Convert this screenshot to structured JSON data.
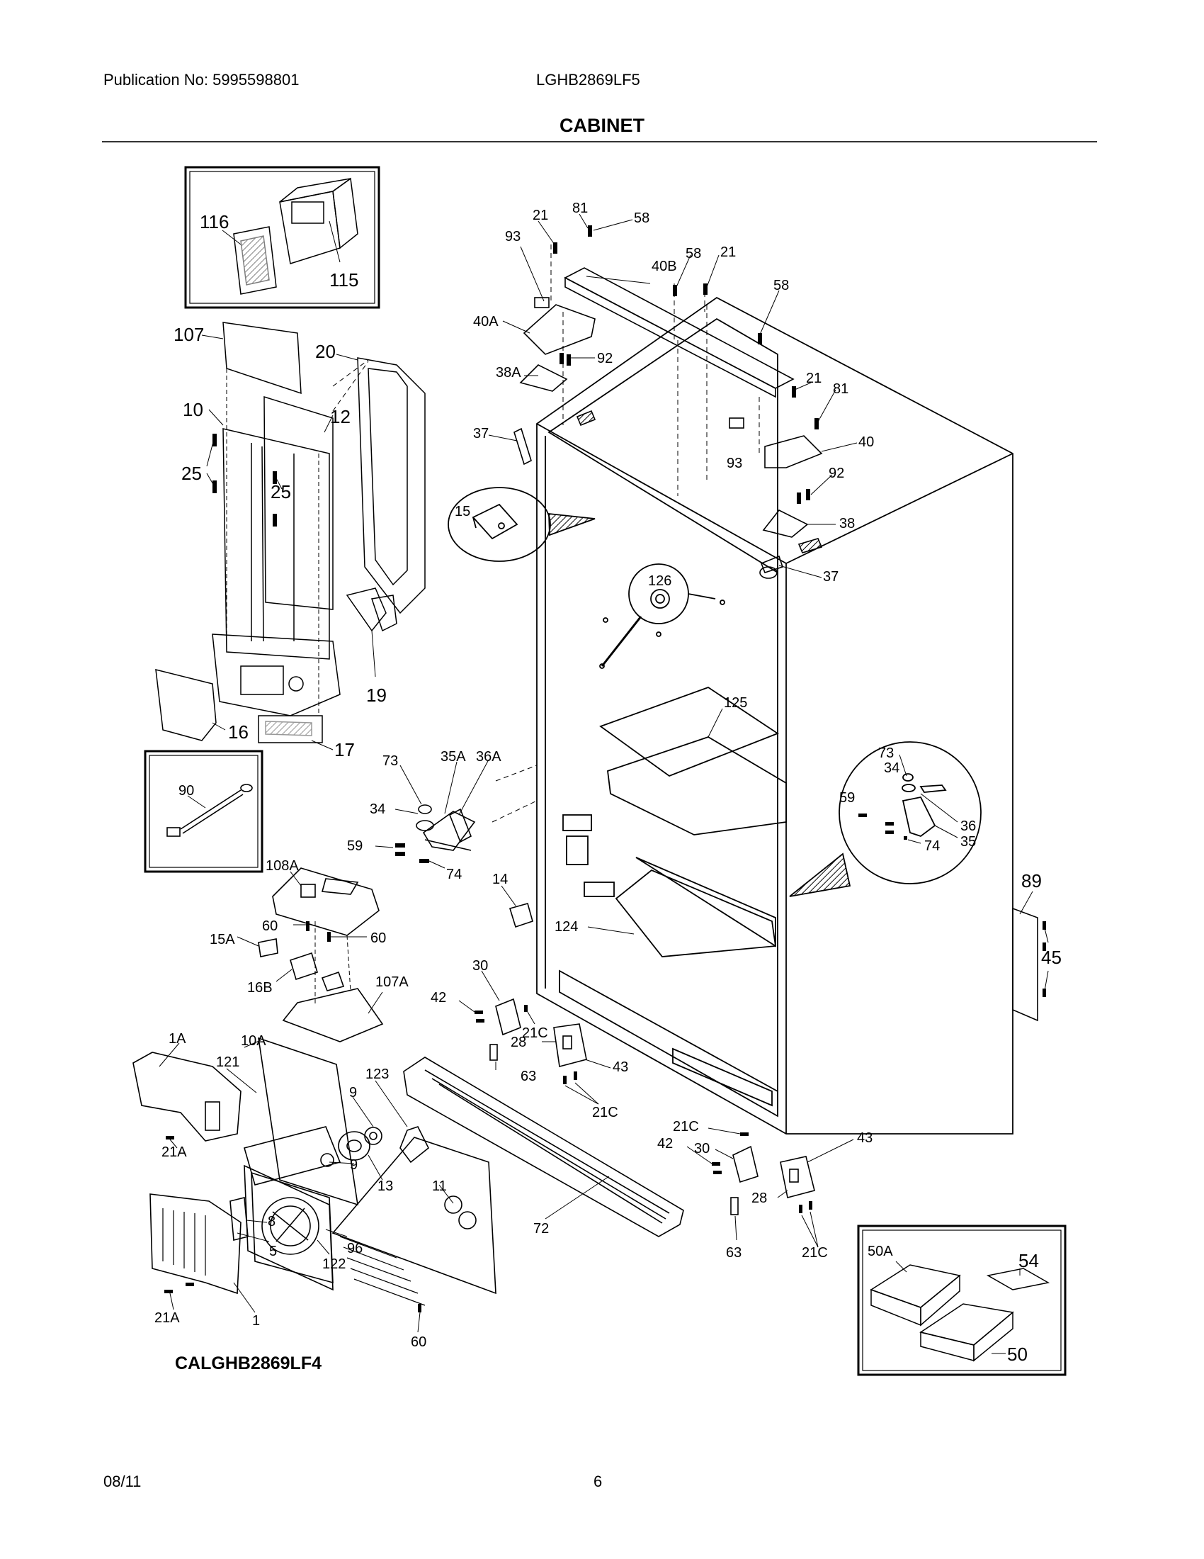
{
  "header": {
    "publication": "Publication No: 5995598801",
    "model": "LGHB2869LF5",
    "title": "CABINET"
  },
  "footer": {
    "date": "08/11",
    "page": "6"
  },
  "caption": "CALGHB2869LF4",
  "callouts": {
    "c116": "116",
    "c115": "115",
    "c107": "107",
    "c20": "20",
    "c10": "10",
    "c12": "12",
    "c25a": "25",
    "c25b": "25",
    "c19": "19",
    "c16": "16",
    "c17": "17",
    "c21a": "21",
    "c81a": "81",
    "c58a": "58",
    "c93a": "93",
    "c40b": "40B",
    "c58b": "58",
    "c21b": "21",
    "c58c": "58",
    "c40a": "40A",
    "c92a": "92",
    "c38a": "38A",
    "c21c": "21",
    "c81b": "81",
    "c37a": "37",
    "c93b": "93",
    "c40": "40",
    "c92b": "92",
    "c15": "15",
    "c38": "38",
    "c126": "126",
    "c37b": "37",
    "c125": "125",
    "c73a": "73",
    "c35a": "35A",
    "c36a": "36A",
    "c34a": "34",
    "c59a": "59",
    "c74a": "74",
    "c90": "90",
    "c108a": "108A",
    "c14": "14",
    "c73b": "73",
    "c34b": "34",
    "c59b": "59",
    "c36": "36",
    "c74b": "74",
    "c35": "35",
    "c89": "89",
    "c45": "45",
    "c124": "124",
    "c60a": "60",
    "c15a": "15A",
    "c60b": "60",
    "c16b": "16B",
    "c107a": "107A",
    "c30a": "30",
    "c42a": "42",
    "c21ca": "21C",
    "c28a": "28",
    "c63a": "63",
    "c43a": "43",
    "c21cb": "21C",
    "c10a": "10A",
    "c1a": "1A",
    "c121": "121",
    "c123": "123",
    "c9a": "9",
    "c9b": "9",
    "c13": "13",
    "c11": "11",
    "c21aa": "21A",
    "c8": "8",
    "c5": "5",
    "c96": "96",
    "c122": "122",
    "c72": "72",
    "c21cc": "21C",
    "c42b": "42",
    "c30b": "30",
    "c43b": "43",
    "c28b": "28",
    "c63b": "63",
    "c21cd": "21C",
    "c21ab": "21A",
    "c1": "1",
    "c60c": "60",
    "c50a": "50A",
    "c54": "54",
    "c50": "50"
  }
}
